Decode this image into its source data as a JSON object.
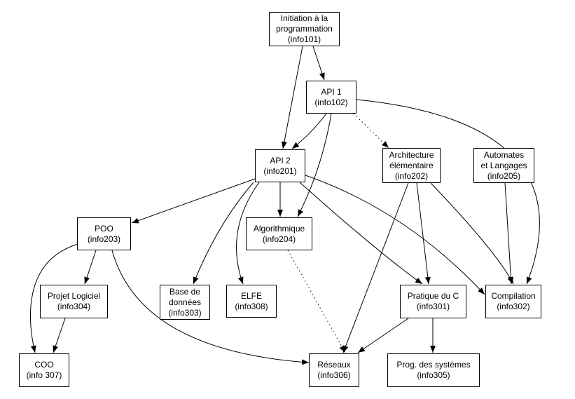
{
  "nodes": [
    {
      "id": "info101",
      "lines": [
        "Initiation à la",
        "programmation",
        "(info101)"
      ]
    },
    {
      "id": "info102",
      "lines": [
        "API 1",
        "(info102)"
      ]
    },
    {
      "id": "info201",
      "lines": [
        "API 2",
        "(info201)"
      ]
    },
    {
      "id": "info202",
      "lines": [
        "Architecture",
        "élémentaire",
        "(info202)"
      ]
    },
    {
      "id": "info205",
      "lines": [
        "Automates",
        "et Langages",
        "(info205)"
      ]
    },
    {
      "id": "info203",
      "lines": [
        "POO",
        "(info203)"
      ]
    },
    {
      "id": "info204",
      "lines": [
        "Algorithmique",
        "(info204)"
      ]
    },
    {
      "id": "info304",
      "lines": [
        "Projet Logiciel",
        "(info304)"
      ]
    },
    {
      "id": "info303",
      "lines": [
        "Base de",
        "données",
        "(info303)"
      ]
    },
    {
      "id": "info308",
      "lines": [
        "ELFE",
        "(info308)"
      ]
    },
    {
      "id": "info301",
      "lines": [
        "Pratique du C",
        "(info301)"
      ]
    },
    {
      "id": "info302",
      "lines": [
        "Compilation",
        "(info302)"
      ]
    },
    {
      "id": "info307",
      "lines": [
        "COO",
        "(info 307)"
      ]
    },
    {
      "id": "info306",
      "lines": [
        "Réseaux",
        "(info306)"
      ]
    },
    {
      "id": "info305",
      "lines": [
        "Prog. des systèmes",
        "(info305)"
      ]
    }
  ],
  "edges": [
    {
      "from": "info101",
      "to": "info102",
      "style": "solid"
    },
    {
      "from": "info101",
      "to": "info201",
      "style": "solid"
    },
    {
      "from": "info102",
      "to": "info201",
      "style": "solid"
    },
    {
      "from": "info102",
      "to": "info204",
      "style": "solid"
    },
    {
      "from": "info102",
      "to": "info202",
      "style": "dotted"
    },
    {
      "from": "info102",
      "to": "info302",
      "style": "solid"
    },
    {
      "from": "info201",
      "to": "info203",
      "style": "solid"
    },
    {
      "from": "info201",
      "to": "info303",
      "style": "solid"
    },
    {
      "from": "info201",
      "to": "info308",
      "style": "solid"
    },
    {
      "from": "info201",
      "to": "info204",
      "style": "solid"
    },
    {
      "from": "info201",
      "to": "info301",
      "style": "solid"
    },
    {
      "from": "info201",
      "to": "info302",
      "style": "solid"
    },
    {
      "from": "info202",
      "to": "info306",
      "style": "solid"
    },
    {
      "from": "info202",
      "to": "info301",
      "style": "solid"
    },
    {
      "from": "info202",
      "to": "info302",
      "style": "solid"
    },
    {
      "from": "info205",
      "to": "info302",
      "style": "solid"
    },
    {
      "from": "info203",
      "to": "info304",
      "style": "solid"
    },
    {
      "from": "info203",
      "to": "info307",
      "style": "solid"
    },
    {
      "from": "info203",
      "to": "info306",
      "style": "solid"
    },
    {
      "from": "info204",
      "to": "info306",
      "style": "dotted"
    },
    {
      "from": "info304",
      "to": "info307",
      "style": "solid"
    },
    {
      "from": "info301",
      "to": "info306",
      "style": "solid"
    },
    {
      "from": "info301",
      "to": "info305",
      "style": "solid"
    }
  ]
}
